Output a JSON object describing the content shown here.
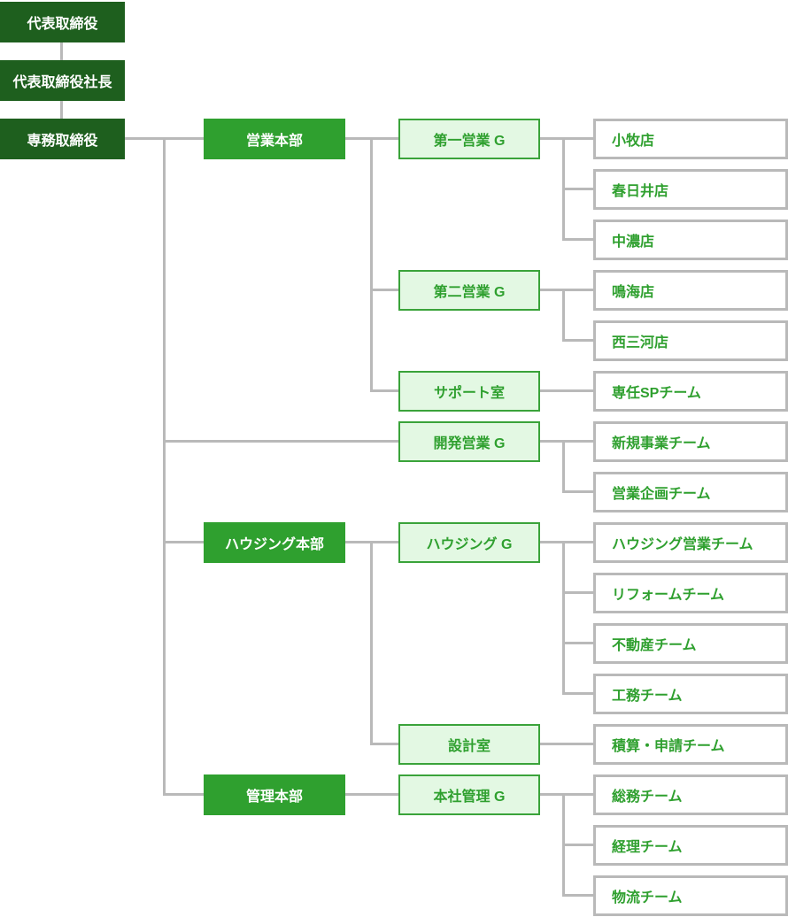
{
  "colors": {
    "executive_bg": "#1e5f1e",
    "division_bg": "#2fa02f",
    "group_bg": "#e3f8e3",
    "group_border": "#3aa33a",
    "green_text": "#2fa02f",
    "text_on_green": "#ffffff",
    "unit_border": "#b9b9b9",
    "connector": "#b9b9b9"
  },
  "org": {
    "executive_chain": [
      "代表取締役",
      "代表取締役社長",
      "専務取締役"
    ],
    "branches": [
      {
        "label": "営業本部",
        "type": "division",
        "groups": [
          {
            "label": "第一営業 G",
            "units": [
              "小牧店",
              "春日井店",
              "中濃店"
            ]
          },
          {
            "label": "第二営業 G",
            "units": [
              "鳴海店",
              "西三河店"
            ]
          },
          {
            "label": "サポート室",
            "units": [
              "専任SPチーム"
            ]
          }
        ]
      },
      {
        "label": "開発営業 G",
        "type": "group",
        "units": [
          "新規事業チーム",
          "営業企画チーム"
        ]
      },
      {
        "label": "ハウジング本部",
        "type": "division",
        "groups": [
          {
            "label": "ハウジング G",
            "units": [
              "ハウジング営業チーム",
              "リフォームチーム",
              "不動産チーム",
              "工務チーム"
            ]
          },
          {
            "label": "設計室",
            "units": [
              "積算・申請チーム"
            ]
          }
        ]
      },
      {
        "label": "管理本部",
        "type": "division",
        "groups": [
          {
            "label": "本社管理 G",
            "units": [
              "総務チーム",
              "経理チーム",
              "物流チーム"
            ]
          }
        ]
      }
    ]
  }
}
